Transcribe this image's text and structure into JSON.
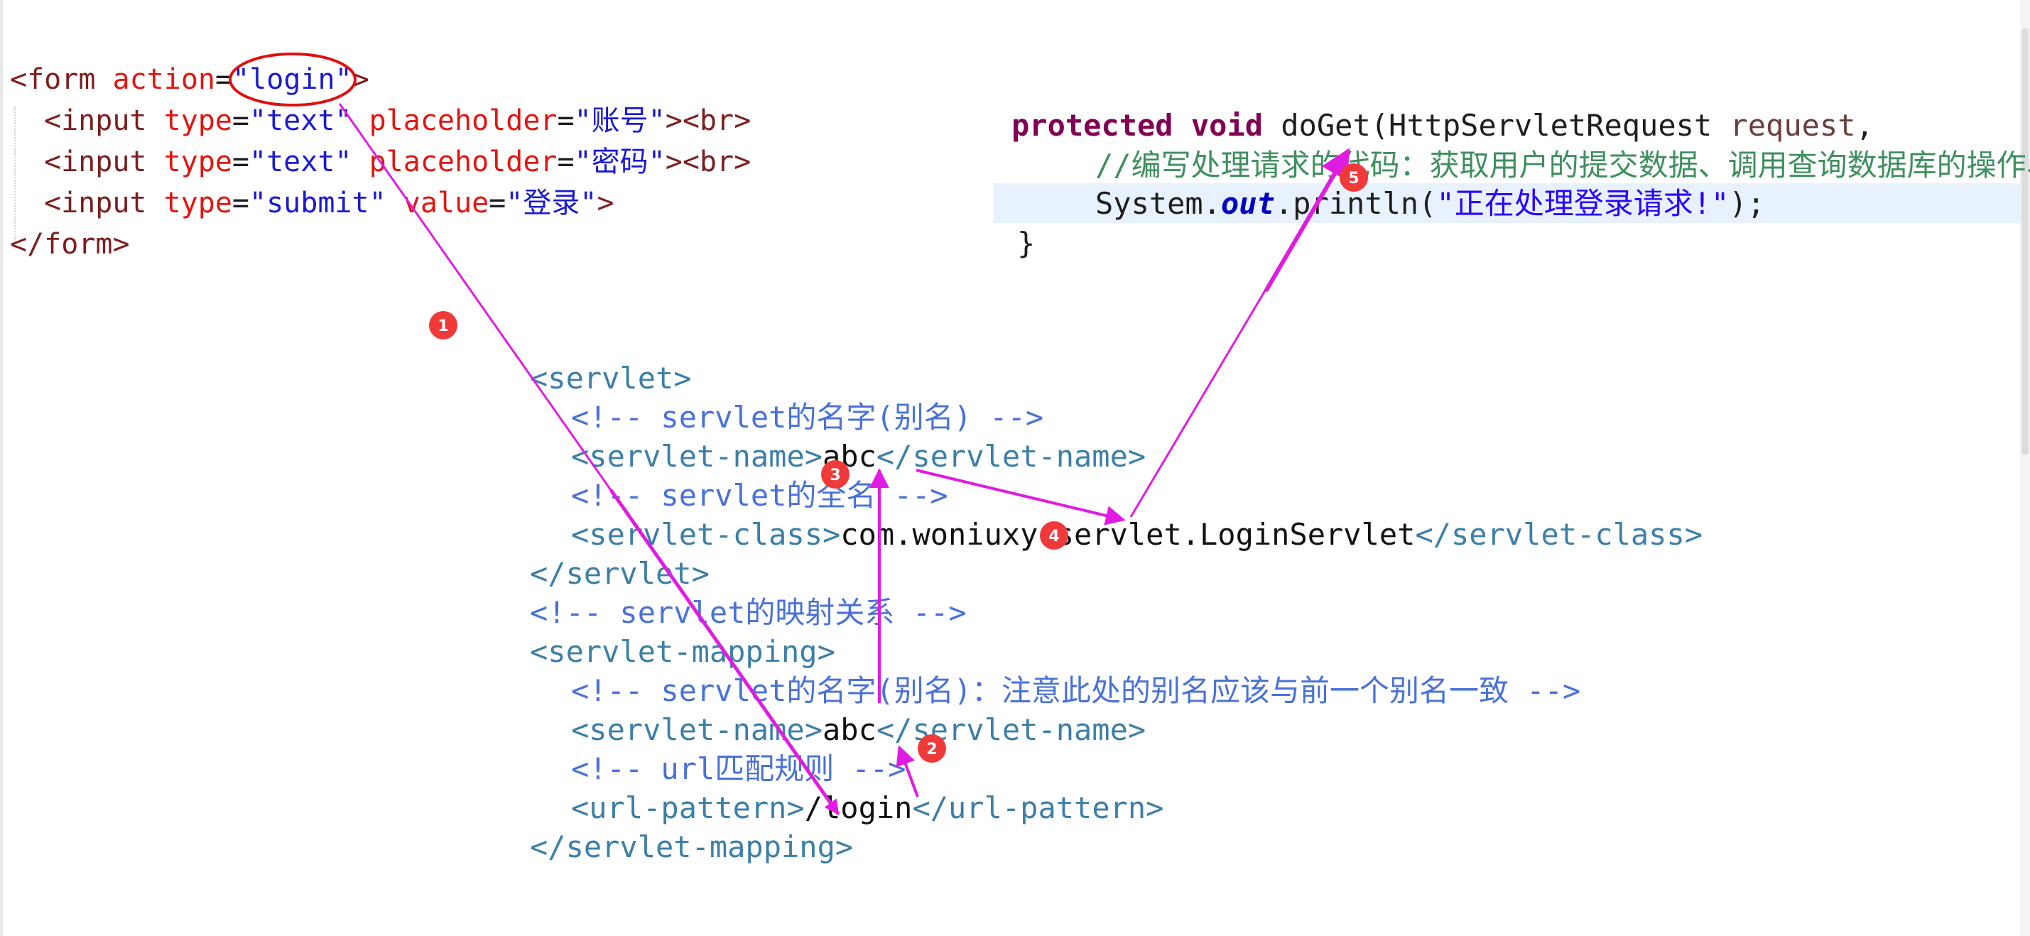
{
  "html_code": {
    "l1": {
      "open": "<form ",
      "attr": "action",
      "eq": "=",
      "q1": "\"",
      "val": "login",
      "q2": "\"",
      "close": ">"
    },
    "l2": {
      "open": "<input ",
      "a1": "type",
      "eq1": "=",
      "v1": "\"text\"",
      "sp": " ",
      "a2": "placeholder",
      "eq2": "=",
      "v2": "\"账号\"",
      "close": "><br>"
    },
    "l3": {
      "open": "<input ",
      "a1": "type",
      "eq1": "=",
      "v1": "\"text\"",
      "sp": " ",
      "a2": "placeholder",
      "eq2": "=",
      "v2": "\"密码\"",
      "close": "><br>"
    },
    "l4": {
      "open": "<input ",
      "a1": "type",
      "eq1": "=",
      "v1": "\"submit\"",
      "sp": " ",
      "a2": "value",
      "eq2": "=",
      "v2": "\"登录\"",
      "close": ">"
    },
    "l5": {
      "text": "</form>"
    }
  },
  "java_code": {
    "l1": {
      "kw1": "protected",
      "sp1": " ",
      "kw2": "void",
      "rest": " doGet(HttpServletRequest ",
      "param": "request",
      "end": ","
    },
    "l2": {
      "comment": "//编写处理请求的代码：获取用户的提交数据、调用查询数据库的操作、"
    },
    "l3": {
      "pre": "System.",
      "out": "out",
      "mid": ".println(",
      "str": "\"正在处理登录请求!\"",
      "end": ");"
    },
    "l4": {
      "text": "}"
    }
  },
  "xml_code": {
    "l1": "<servlet>",
    "l2_c": "<!-- servlet的名字(别名) -->",
    "l3_open": "<servlet-name>",
    "l3_val": "abc",
    "l3_close": "</servlet-name>",
    "l4_c": "<!-- servlet的全名 -->",
    "l5_open": "<servlet-class>",
    "l5_val": "com.woniuxy.servlet.LoginServlet",
    "l5_close": "</servlet-class>",
    "l6": "</servlet>",
    "l7_c": "<!-- servlet的映射关系 -->",
    "l8": "<servlet-mapping>",
    "l9_c": "<!-- servlet的名字(别名)：注意此处的别名应该与前一个别名一致 -->",
    "l10_open": "<servlet-name>",
    "l10_val": "abc",
    "l10_close": "</servlet-name>",
    "l11_c": "<!-- url匹配规则 -->",
    "l12_open": "<url-pattern>",
    "l12_val": "/login",
    "l12_close": "</url-pattern>",
    "l13": "</servlet-mapping>"
  },
  "annotations": {
    "badges": [
      "1",
      "2",
      "3",
      "4",
      "5"
    ],
    "arrow_color": "#e01ce0",
    "badge_color": "#f03a3a",
    "circle_color": "#e01010"
  }
}
